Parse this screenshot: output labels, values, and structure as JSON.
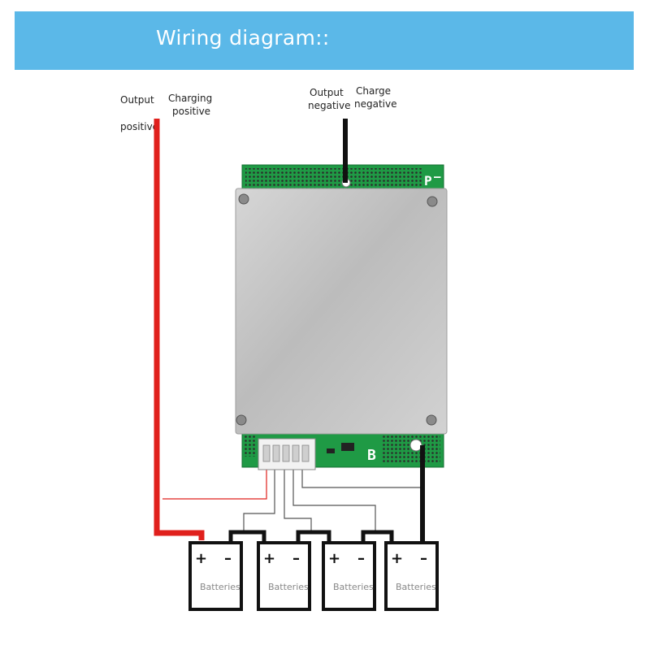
{
  "header": {
    "title": "Wiring diagram::"
  },
  "labels": {
    "output_positive_1": "Output",
    "output_positive_2": "positive",
    "charging_positive_1": "Charging",
    "charging_positive_2": "positive",
    "output_negative_1": "Output",
    "output_negative_2": "negative",
    "charge_negative_1": "Charge",
    "charge_negative_2": "negative"
  },
  "board": {
    "terminal_p": "P",
    "terminal_p_sign": "–",
    "terminal_b": "B"
  },
  "batteries": [
    {
      "label": "Batteries",
      "plus": "+",
      "minus": "–"
    },
    {
      "label": "Batteries",
      "plus": "+",
      "minus": "–"
    },
    {
      "label": "Batteries",
      "plus": "+",
      "minus": "–"
    },
    {
      "label": "Batteries",
      "plus": "+",
      "minus": "–"
    }
  ],
  "colors": {
    "banner": "#5bb8e8",
    "positive_wire": "#e0201c",
    "negative_wire": "#111111",
    "pcb": "#1f9a45",
    "heatsink": "#c9c9c9"
  }
}
